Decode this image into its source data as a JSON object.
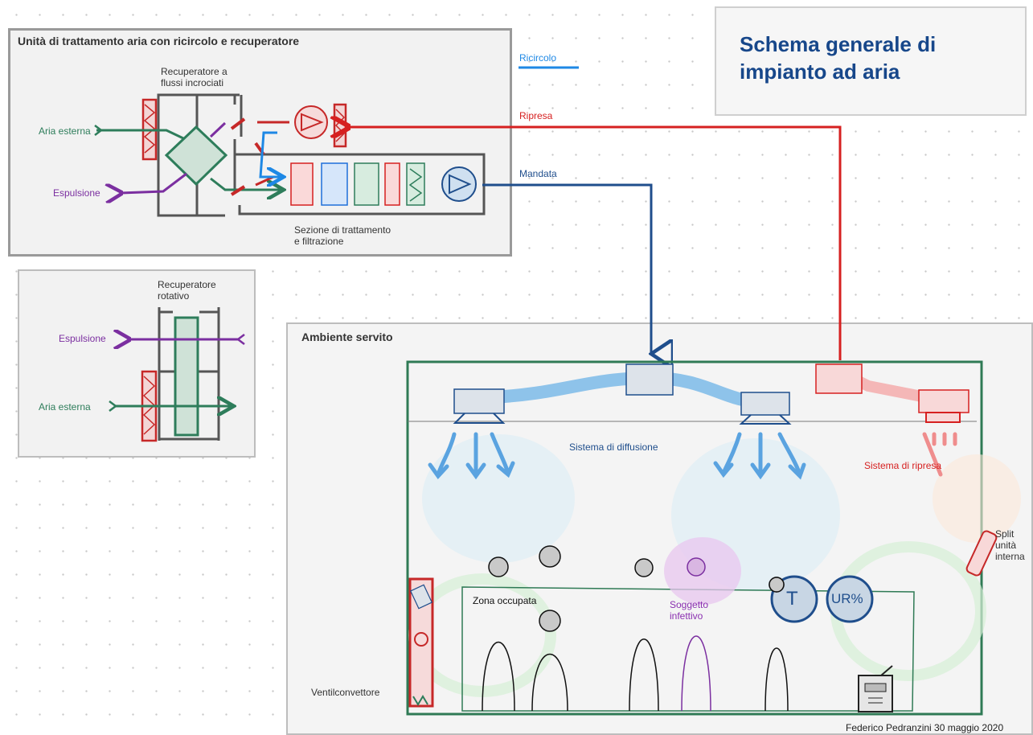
{
  "title": {
    "line1": "Schema generale di",
    "line2": "impianto ad aria"
  },
  "ahu_panel": {
    "title": "Unità di trattamento aria con ricircolo e recuperatore",
    "recovery_label_1": "Recuperatore a",
    "recovery_label_2": "flussi incrociati",
    "outdoor_air": "Aria esterna",
    "exhaust": "Espulsione",
    "treatment_label_1": "Sezione di trattamento",
    "treatment_label_2": "e filtrazione"
  },
  "rotary_panel": {
    "label_1": "Recuperatore",
    "label_2": "rotativo",
    "exhaust": "Espulsione",
    "outdoor_air": "Aria esterna"
  },
  "ducts": {
    "recirculation": "Ricircolo",
    "return": "Ripresa",
    "supply": "Mandata"
  },
  "room": {
    "title": "Ambiente servito",
    "diffusion": "Sistema di diffusione",
    "extraction": "Sistema di ripresa",
    "split_1": "Split",
    "split_2": "unità",
    "split_3": "interna",
    "occupied": "Zona occupata",
    "infected_1": "Soggetto",
    "infected_2": "infettivo",
    "temp": "T",
    "humidity": "UR%",
    "fancoil": "Ventilconvettore"
  },
  "footer": "Federico Pedranzini 30 maggio 2020",
  "colors": {
    "supply": "#1f4e8c",
    "return": "#d62020",
    "recirculation": "#1e88e5",
    "outdoor": "#2e7d5b",
    "exhaust": "#7b2fa0",
    "room_border": "#2f7a55"
  }
}
